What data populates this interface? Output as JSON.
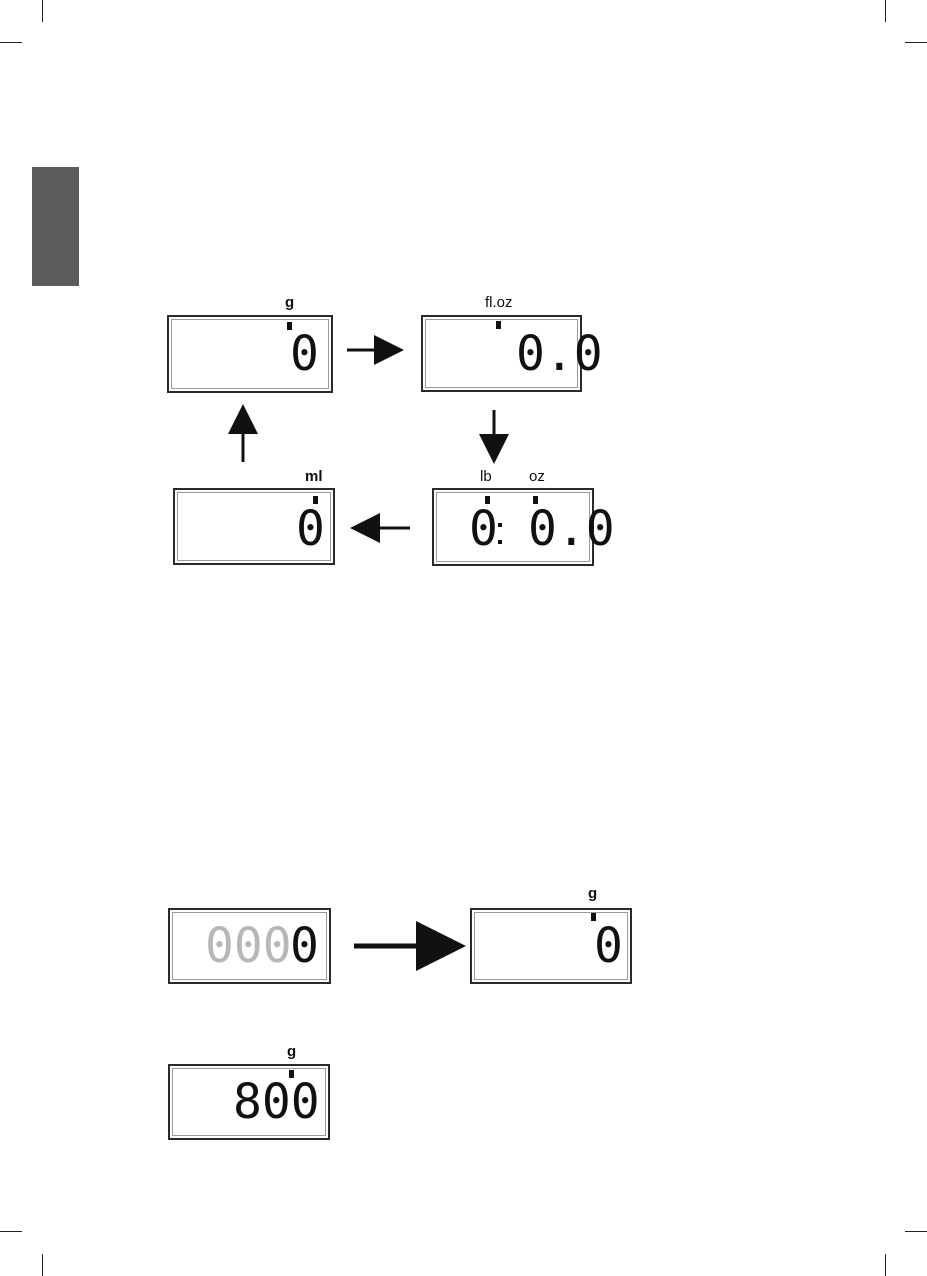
{
  "cycle": {
    "g": {
      "unit": "g",
      "reading": "0"
    },
    "floz": {
      "unit": "fl.oz",
      "reading": "0.0"
    },
    "lb_oz": {
      "unit_lb": "lb",
      "unit_oz": "oz",
      "reading_lb": "0",
      "reading_oz": "0.0"
    },
    "ml": {
      "unit": "ml",
      "reading": "0"
    }
  },
  "startup": {
    "display": {
      "faded_digits": "000",
      "active_digit": "0"
    },
    "result": {
      "unit": "g",
      "reading": "0"
    }
  },
  "weighing": {
    "unit": "g",
    "reading": "800"
  }
}
